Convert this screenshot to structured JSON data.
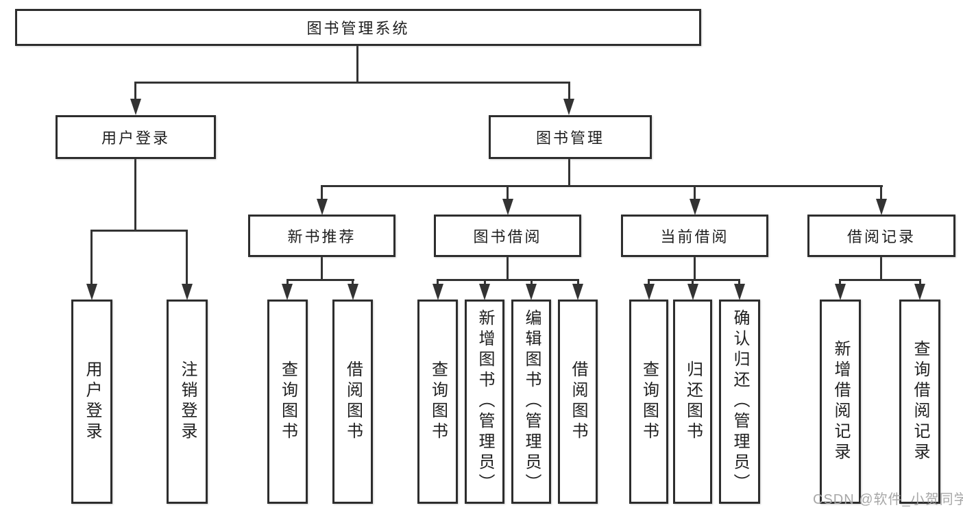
{
  "diagram": {
    "root": {
      "label": "图书管理系统"
    },
    "level2": [
      {
        "label": "用户登录",
        "children": [
          {
            "label": "用户登录"
          },
          {
            "label": "注销登录"
          }
        ]
      },
      {
        "label": "图书管理",
        "children": [
          {
            "label": "新书推荐",
            "children": [
              {
                "label": "查询图书"
              },
              {
                "label": "借阅图书"
              }
            ]
          },
          {
            "label": "图书借阅",
            "children": [
              {
                "label": "查询图书"
              },
              {
                "label": "新增图书（管理员）"
              },
              {
                "label": "编辑图书（管理员）"
              },
              {
                "label": "借阅图书"
              }
            ]
          },
          {
            "label": "当前借阅",
            "children": [
              {
                "label": "查询图书"
              },
              {
                "label": "归还图书"
              },
              {
                "label": "确认归还（管理员）"
              }
            ]
          },
          {
            "label": "借阅记录",
            "children": [
              {
                "label": "新增借阅记录"
              },
              {
                "label": "查询借阅记录"
              }
            ]
          }
        ]
      }
    ]
  },
  "watermark": {
    "text": "CSDN @软件_小贺同学",
    "color": "#a3a3a3"
  },
  "colors": {
    "line": "#333333",
    "box_border": "#2d2d2d",
    "background": "#ffffff",
    "text": "#1f1f1f"
  }
}
